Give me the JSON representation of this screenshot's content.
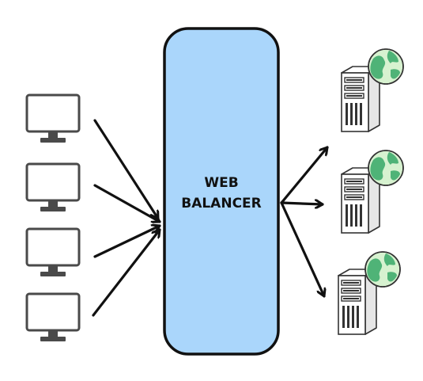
{
  "balancer": {
    "label_line1": "WEB",
    "label_line2": "BALANCER",
    "fill": "#aad6fb",
    "stroke": "#111111"
  },
  "clients": {
    "icon": "desktop-monitor-icon",
    "count": 4,
    "color": "#4a4a4a"
  },
  "servers": {
    "icon": "server-globe-icon",
    "count": 3,
    "tower_color": "#333333",
    "globe_colors": [
      "#d7f2d0",
      "#4fb377"
    ]
  },
  "arrows": {
    "color": "#111111",
    "inbound_count": 4,
    "outbound_count": 3
  }
}
